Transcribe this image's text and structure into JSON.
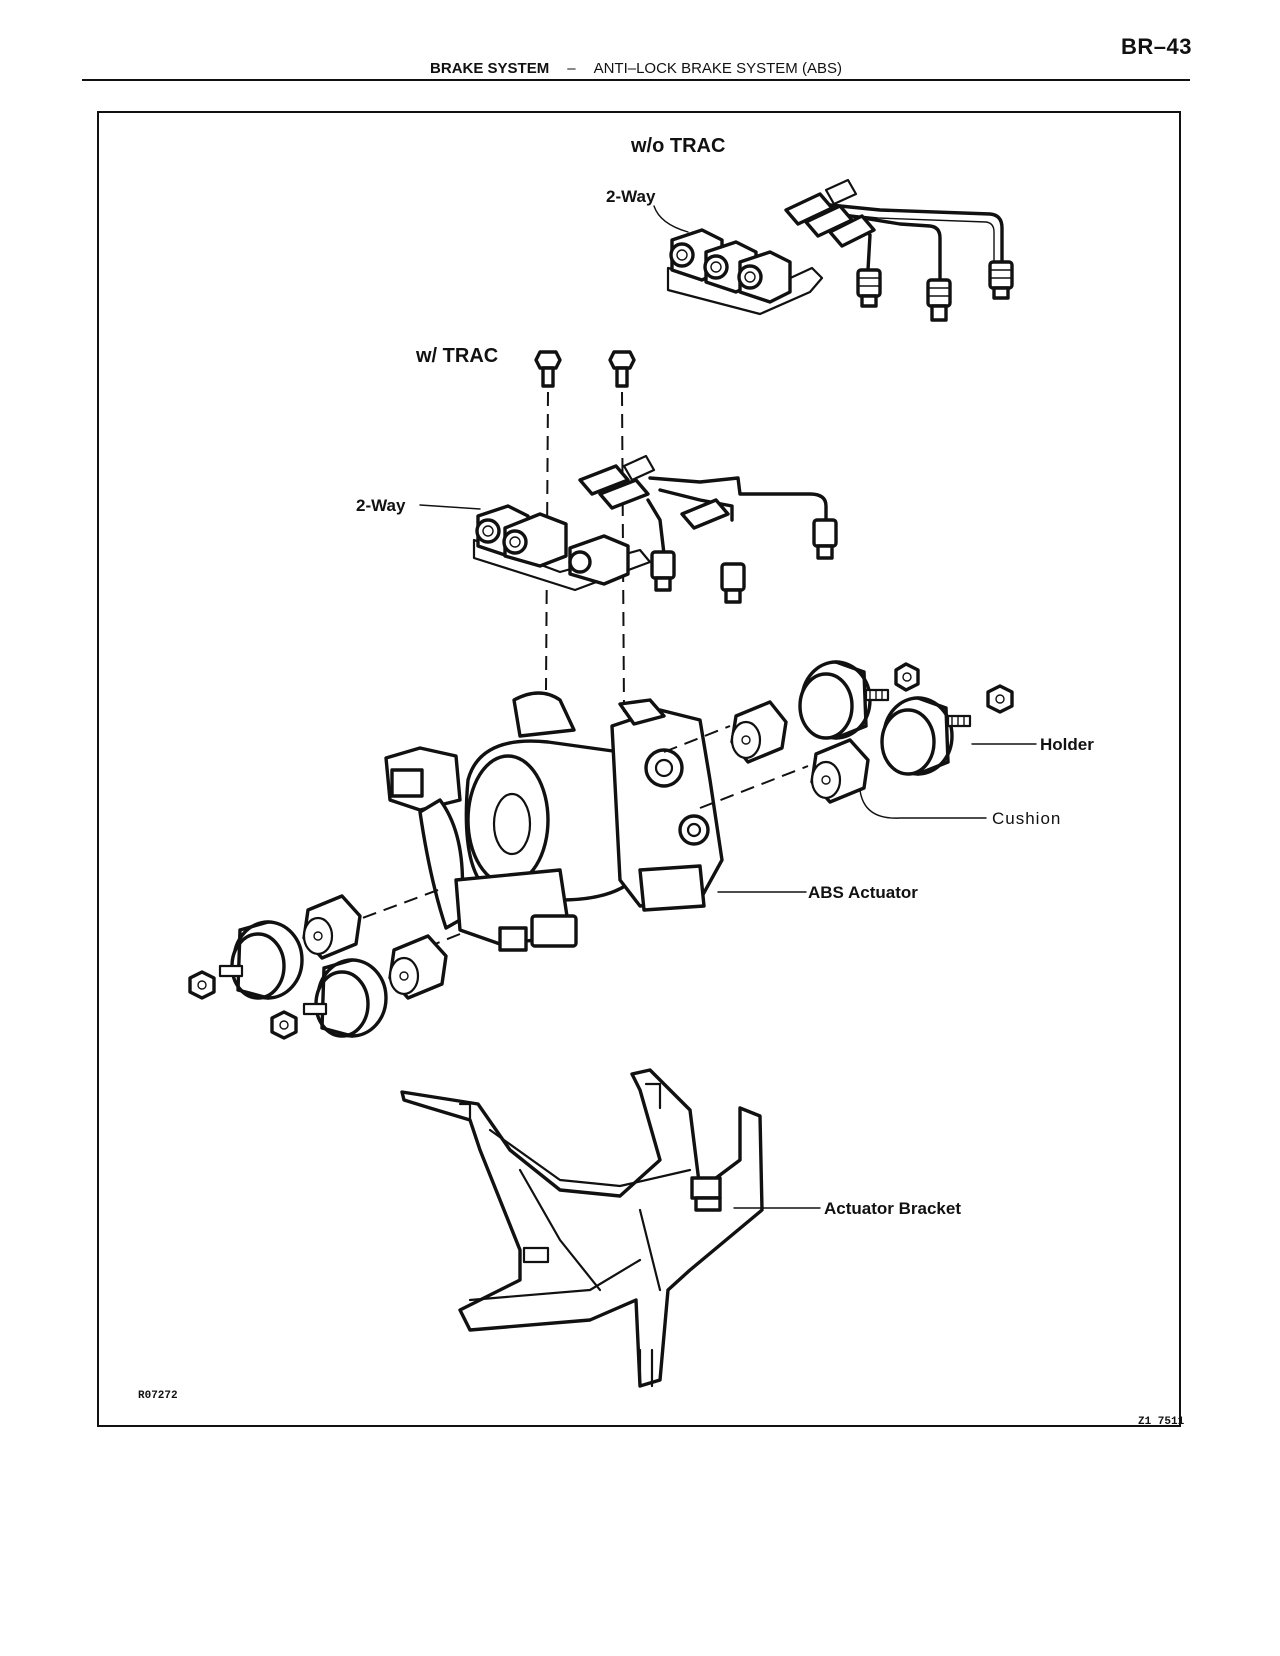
{
  "header": {
    "page_number": "BR–43",
    "section": "BRAKE SYSTEM",
    "separator": "–",
    "subsection": "ANTI–LOCK BRAKE SYSTEM (ABS)"
  },
  "figure": {
    "variants": {
      "without_trac": "w/o TRAC",
      "with_trac": "w/ TRAC"
    },
    "labels": {
      "two_way_upper": "2-Way",
      "two_way_lower": "2-Way",
      "holder": "Holder",
      "cushion": "Cushion",
      "abs_actuator": "ABS Actuator",
      "actuator_bracket": "Actuator Bracket"
    },
    "figure_code": "R07272",
    "corner_code": "Z1 7511"
  }
}
